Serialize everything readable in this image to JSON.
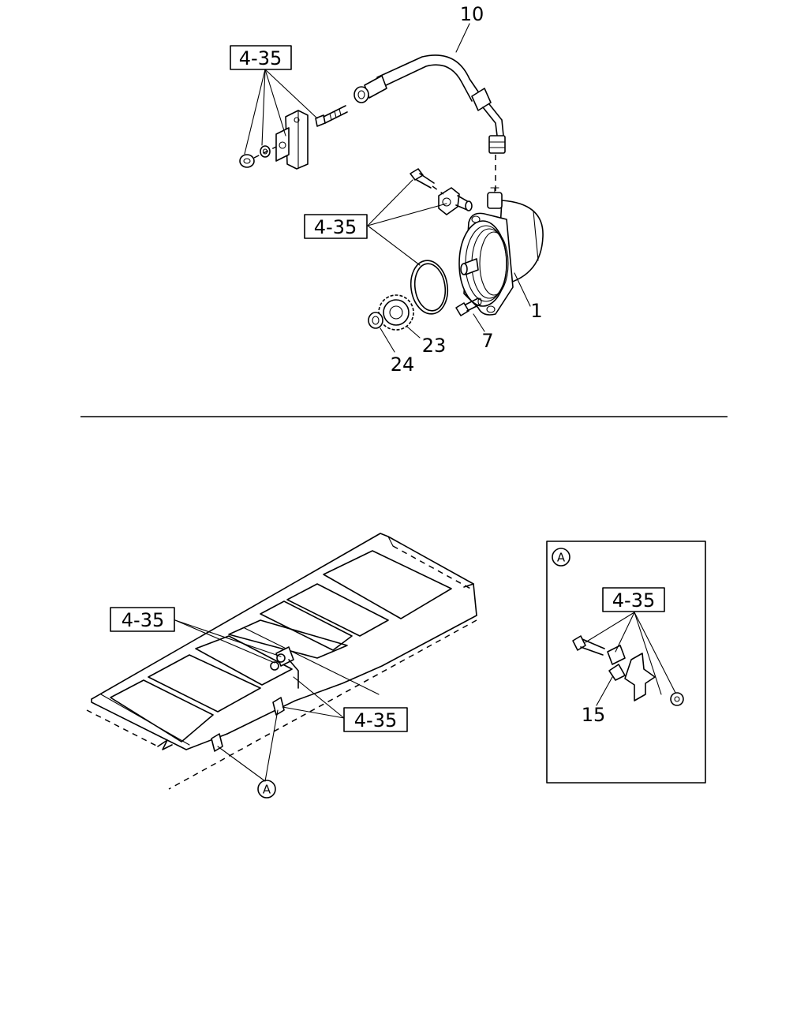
{
  "top_figure": {
    "callouts": {
      "pipe": "10",
      "pump": "1",
      "bolt": "7",
      "gear": "23",
      "nut": "24"
    },
    "references": {
      "bracket_ref": "4-35",
      "seal_ref": "4-35"
    }
  },
  "bottom_figure": {
    "references": {
      "upper_ref": "4-35",
      "lower_ref": "4-35"
    },
    "detail_marker": "A"
  },
  "detail_inset": {
    "marker": "A",
    "reference": "4-35",
    "callout_clip": "15"
  }
}
